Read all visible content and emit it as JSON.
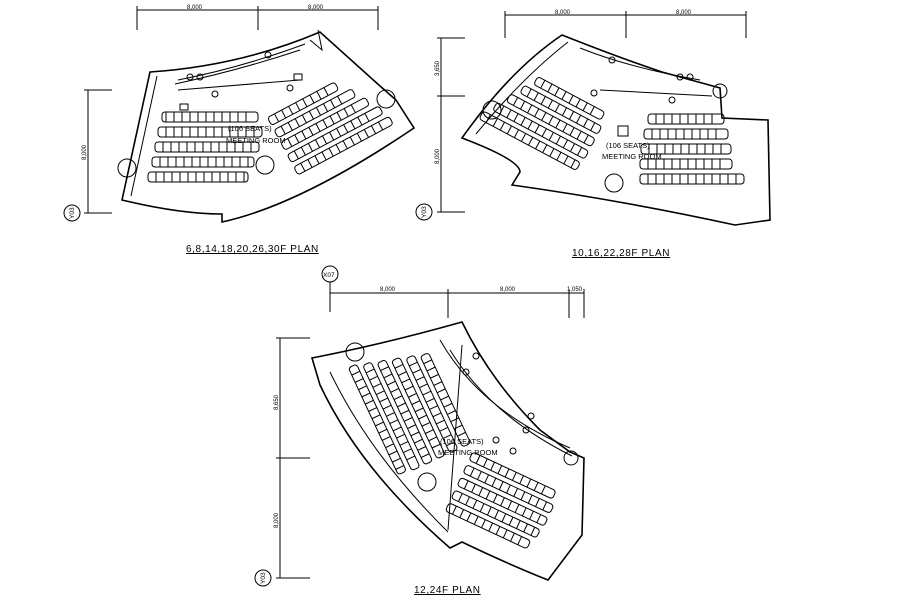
{
  "plans": [
    {
      "title": "6,8,14,18,20,26,30F PLAN",
      "room_line1": "(106 SEATS)",
      "room_line2": "MEETING ROOM",
      "dim_top": [
        "8,000",
        "8,000"
      ],
      "dim_left": [
        "8,000"
      ],
      "grid": "Y03",
      "seat_count": 106
    },
    {
      "title": "10,16,22,28F PLAN",
      "room_line1": "(106 SEATS)",
      "room_line2": "MEETING ROOM",
      "dim_top": [
        "8,000",
        "8,000"
      ],
      "dim_left": [
        "3,650",
        "8,000"
      ],
      "grid": "Y03",
      "seat_count": 106
    },
    {
      "title": "12,24F PLAN",
      "room_line1": "(106 SEATS)",
      "room_line2": "MEETING ROOM",
      "dim_top": [
        "8,000",
        "8,000",
        "1,050"
      ],
      "dim_left": [
        "8,650",
        "8,000"
      ],
      "grid_top": "X07",
      "grid": "Y03",
      "seat_count": 106
    }
  ]
}
